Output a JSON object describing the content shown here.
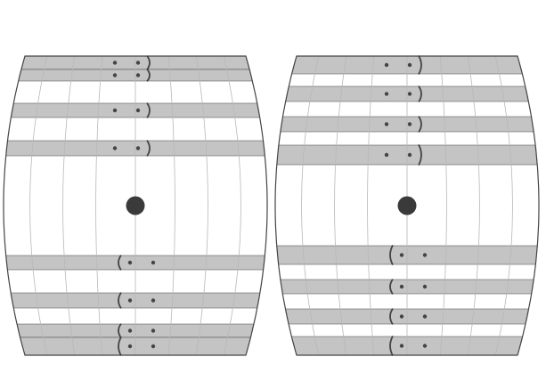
{
  "colors": {
    "background": "#ffffff",
    "band_fill": "#c4c4c4",
    "outline": "#444444",
    "meridian": "#b8b8b8",
    "center_dot": "#3a3a3a",
    "mark": "#444444"
  },
  "panels": [
    {
      "id": "left",
      "bands": [
        {
          "marks": "two-dots-right-paren"
        },
        {
          "marks": "two-dots-right-paren"
        },
        {
          "marks": "two-dots-right-paren"
        },
        {
          "marks": "two-dots-right-paren"
        },
        {
          "marks": "left-paren-two-dots"
        },
        {
          "marks": "left-paren-two-dots"
        },
        {
          "marks": "left-paren-two-dots"
        },
        {
          "marks": "left-paren-two-dots"
        }
      ]
    },
    {
      "id": "right",
      "bands": [
        {
          "marks": "two-dots-right-paren"
        },
        {
          "marks": "two-dots-right-paren"
        },
        {
          "marks": "two-dots-right-paren"
        },
        {
          "marks": "two-dots-right-paren"
        },
        {
          "marks": "left-paren-two-dots"
        },
        {
          "marks": "left-paren-two-dots"
        },
        {
          "marks": "left-paren-two-dots"
        },
        {
          "marks": "left-paren-two-dots"
        }
      ]
    }
  ]
}
